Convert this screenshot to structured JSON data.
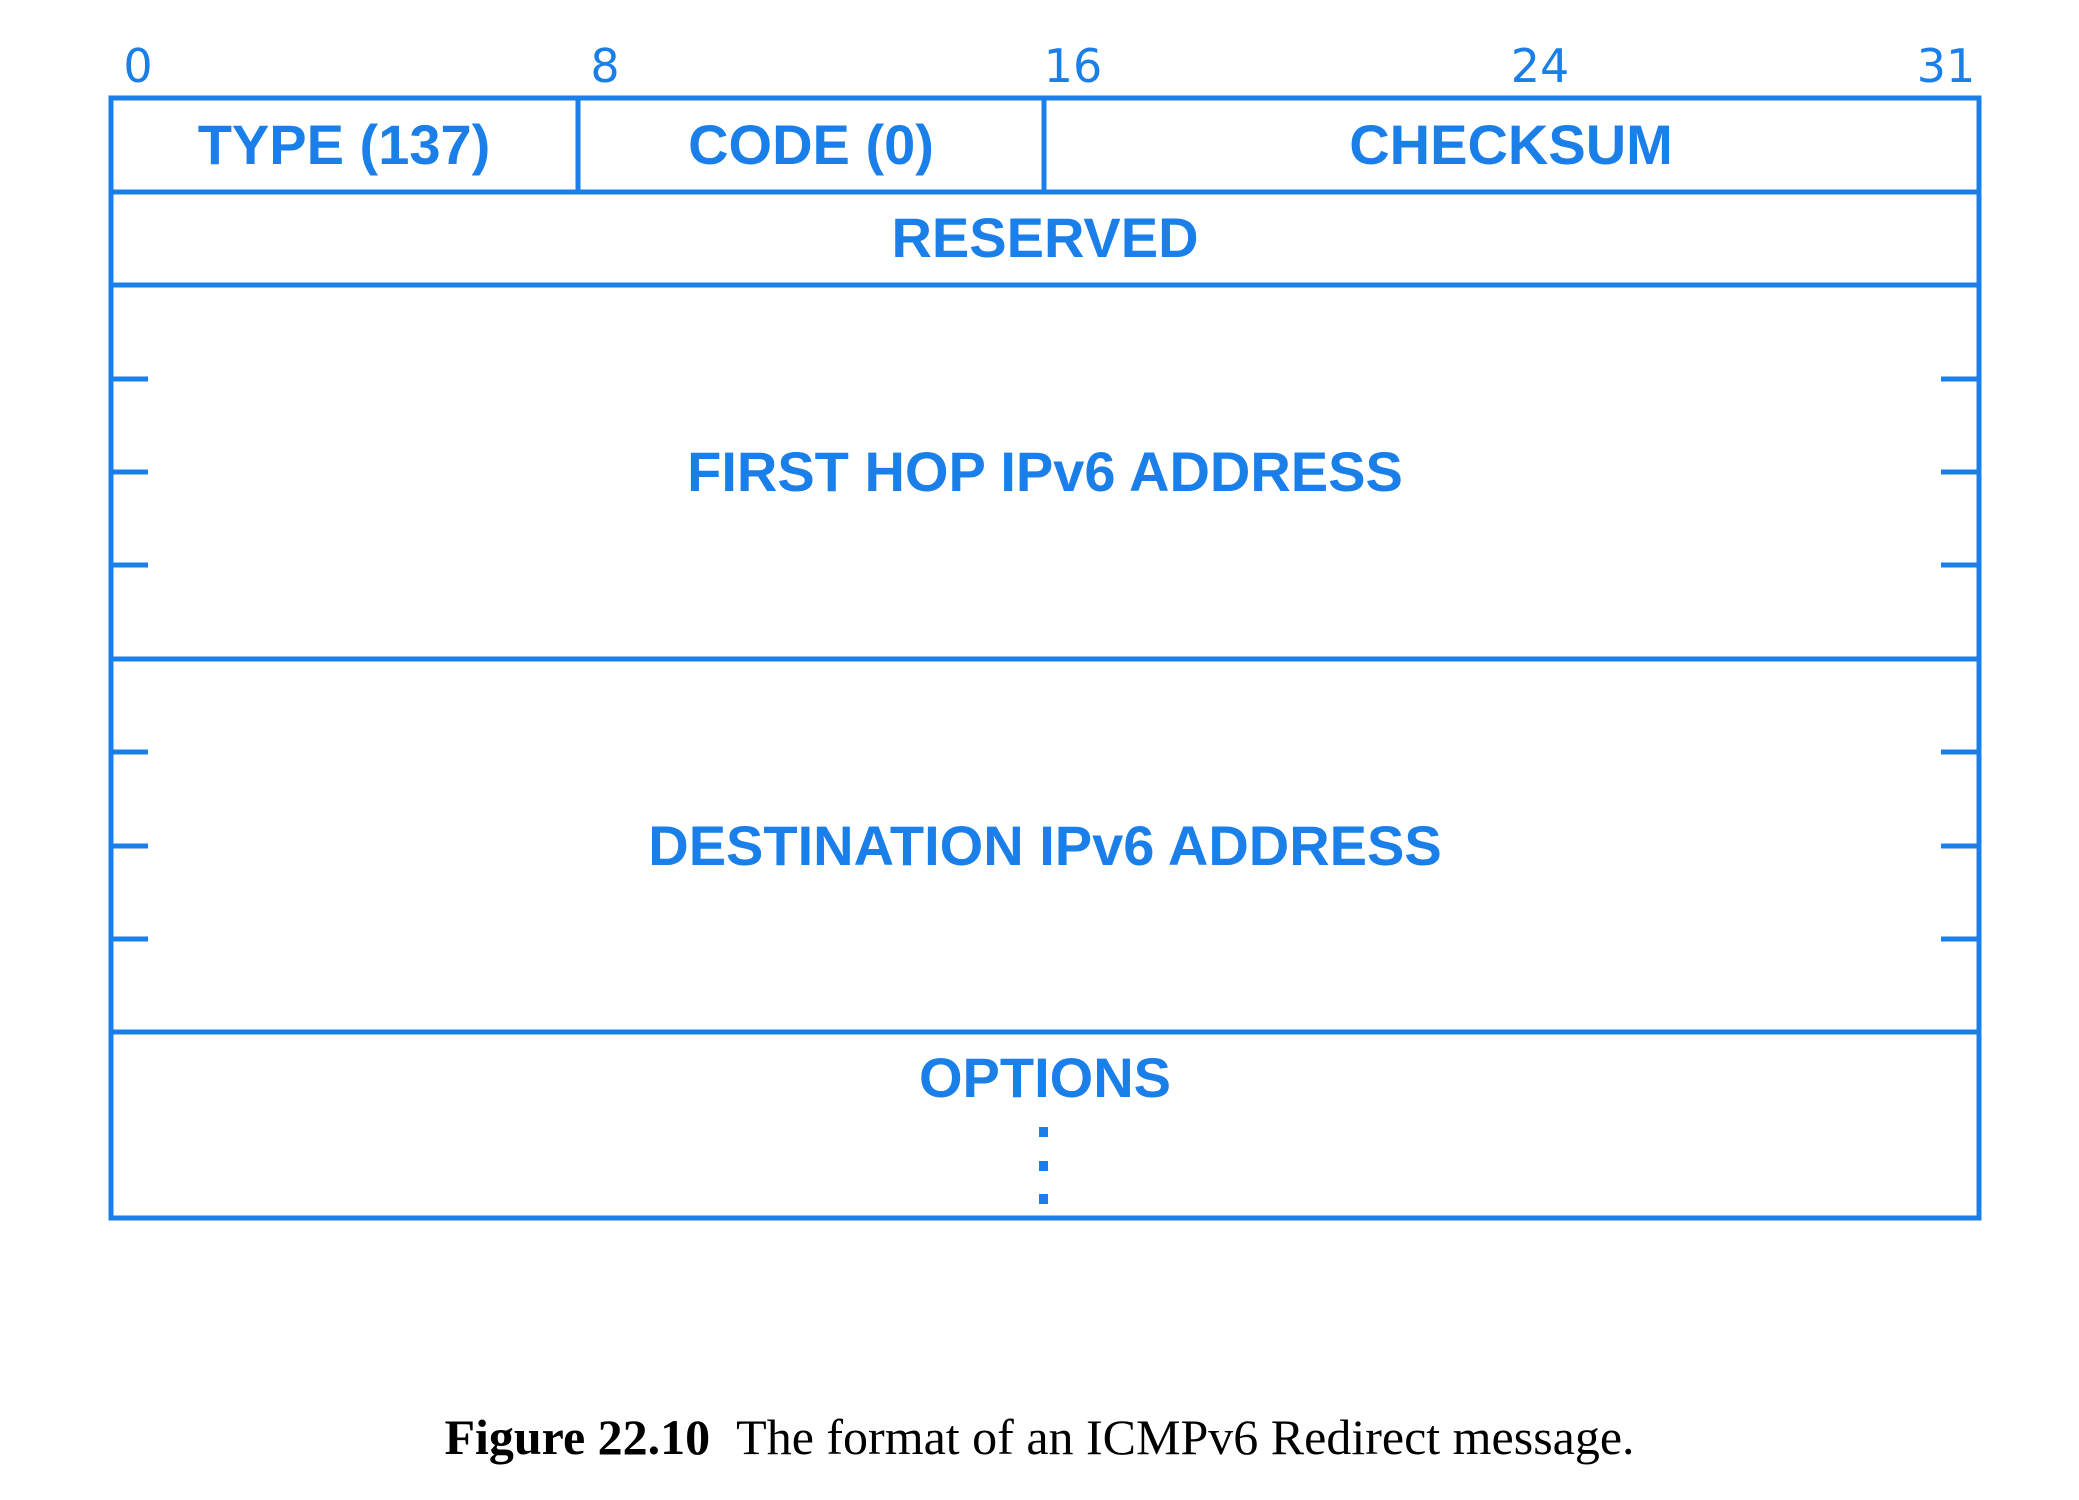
{
  "bit_ruler": [
    "0",
    "8",
    "16",
    "24",
    "31"
  ],
  "rows": {
    "type": "TYPE (137)",
    "code": "CODE (0)",
    "checksum": "CHECKSUM",
    "reserved": "RESERVED",
    "first_hop": "FIRST HOP IPv6 ADDRESS",
    "destination": "DESTINATION IPv6 ADDRESS",
    "options": "OPTIONS"
  },
  "caption": {
    "label": "Figure 22.10",
    "text": "The format of an ICMPv6 Redirect message."
  },
  "colors": {
    "diagram": "#1a7fe8",
    "caption": "#000000"
  }
}
